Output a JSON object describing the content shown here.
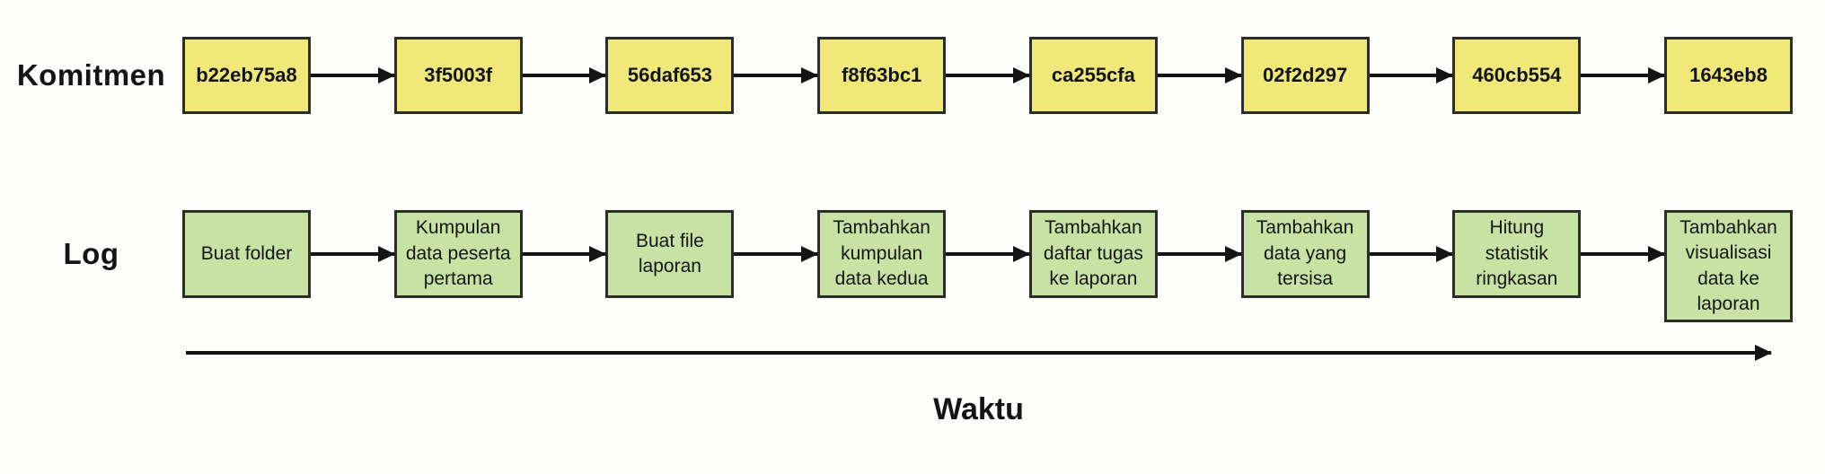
{
  "colors": {
    "bg": "#fdfdfb",
    "commit_fill": "#f0e878",
    "log_fill": "#c8e2a4",
    "border": "#2d2d28",
    "arrow": "#141414",
    "text": "#141414"
  },
  "commits_row": {
    "label": "Komitmen",
    "nodes": [
      "b22eb75a8",
      "3f5003f",
      "56daf653",
      "f8f63bc1",
      "ca255cfa",
      "02f2d297",
      "460cb554",
      "1643eb8"
    ]
  },
  "log_row": {
    "label": "Log",
    "nodes": [
      "Buat folder",
      "Kumpulan\ndata peserta\npertama",
      "Buat file\nlaporan",
      "Tambahkan\nkumpulan\ndata kedua",
      "Tambahkan\ndaftar tugas\nke laporan",
      "Tambahkan\ndata yang\ntersisa",
      "Hitung\nstatistik\nringkasan",
      "Tambahkan\nvisualisasi\ndata ke\nlaporan"
    ]
  },
  "time_axis": {
    "label": "Waktu"
  }
}
